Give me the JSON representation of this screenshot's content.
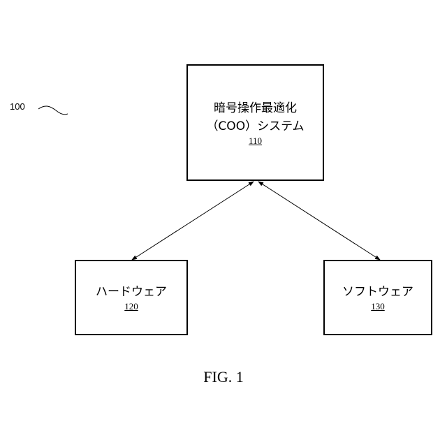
{
  "figure": {
    "ref_number": "100",
    "caption": "FIG. 1"
  },
  "nodes": {
    "main": {
      "line1": "暗号操作最適化",
      "line2": "（COO）システム",
      "ref": "110"
    },
    "hardware": {
      "label": "ハードウェア",
      "ref": "120"
    },
    "software": {
      "label": "ソフトウェア",
      "ref": "130"
    }
  },
  "edges": [
    {
      "from": "main",
      "to": "hardware",
      "arrowheads": "both"
    },
    {
      "from": "main",
      "to": "software",
      "arrowheads": "both"
    }
  ]
}
